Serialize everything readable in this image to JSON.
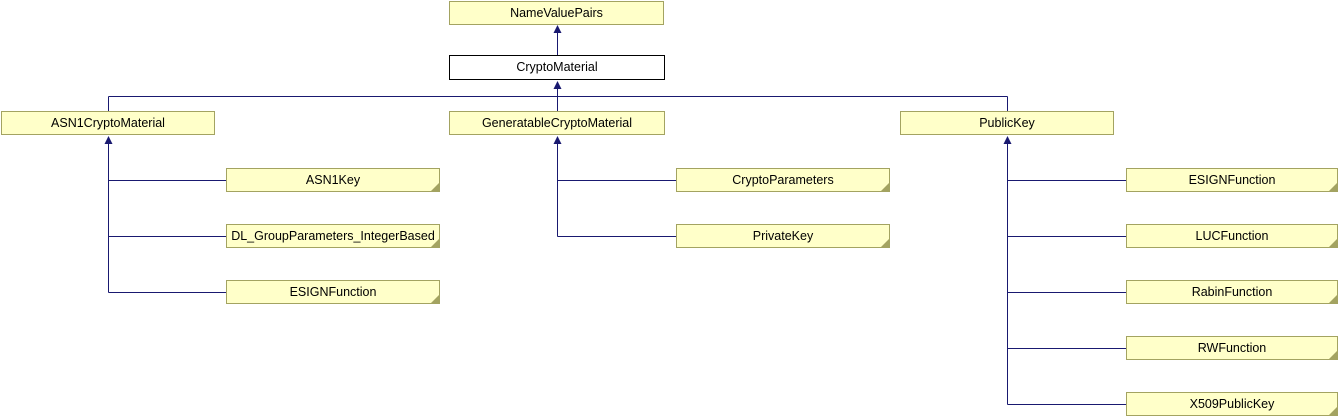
{
  "diagram": {
    "type": "class-inheritance-graph",
    "focus_class": "CryptoMaterial"
  },
  "colors": {
    "background": "#FFFFFF",
    "node_fill": "#FFFFC9",
    "node_border": "#A3A361",
    "focus_node_fill": "#FFFFFF",
    "focus_node_border": "#000000",
    "edge": "#191970",
    "text": "#000000"
  },
  "nodes": {
    "name_value_pairs": {
      "label": "NameValuePairs"
    },
    "crypto_material": {
      "label": "CryptoMaterial"
    },
    "asn1_crypto_material": {
      "label": "ASN1CryptoMaterial"
    },
    "generatable_crypto_material": {
      "label": "GeneratableCryptoMaterial"
    },
    "public_key": {
      "label": "PublicKey"
    },
    "asn1_key": {
      "label": "ASN1Key"
    },
    "dl_group_parameters_integer_based": {
      "label": "DL_GroupParameters_IntegerBased"
    },
    "esign_function_left": {
      "label": "ESIGNFunction"
    },
    "crypto_parameters": {
      "label": "CryptoParameters"
    },
    "private_key": {
      "label": "PrivateKey"
    },
    "esign_function_right": {
      "label": "ESIGNFunction"
    },
    "luc_function": {
      "label": "LUCFunction"
    },
    "rabin_function": {
      "label": "RabinFunction"
    },
    "rw_function": {
      "label": "RWFunction"
    },
    "x509_public_key": {
      "label": "X509PublicKey"
    }
  },
  "edges": [
    {
      "from": "CryptoMaterial",
      "to": "NameValuePairs"
    },
    {
      "from": "ASN1CryptoMaterial",
      "to": "CryptoMaterial"
    },
    {
      "from": "GeneratableCryptoMaterial",
      "to": "CryptoMaterial"
    },
    {
      "from": "PublicKey",
      "to": "CryptoMaterial"
    },
    {
      "from": "ASN1Key",
      "to": "ASN1CryptoMaterial"
    },
    {
      "from": "DL_GroupParameters_IntegerBased",
      "to": "ASN1CryptoMaterial"
    },
    {
      "from": "ESIGNFunction",
      "to": "ASN1CryptoMaterial"
    },
    {
      "from": "CryptoParameters",
      "to": "GeneratableCryptoMaterial"
    },
    {
      "from": "PrivateKey",
      "to": "GeneratableCryptoMaterial"
    },
    {
      "from": "ESIGNFunction",
      "to": "PublicKey"
    },
    {
      "from": "LUCFunction",
      "to": "PublicKey"
    },
    {
      "from": "RabinFunction",
      "to": "PublicKey"
    },
    {
      "from": "RWFunction",
      "to": "PublicKey"
    },
    {
      "from": "X509PublicKey",
      "to": "PublicKey"
    }
  ]
}
